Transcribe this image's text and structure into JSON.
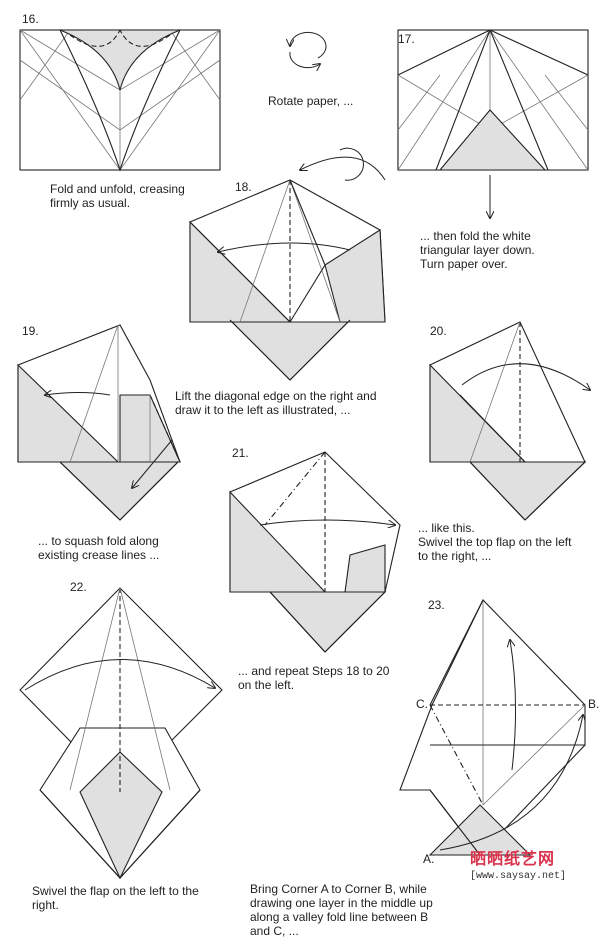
{
  "steps": {
    "s16": "16.",
    "s17": "17.",
    "s18": "18.",
    "s19": "19.",
    "s20": "20.",
    "s21": "21.",
    "s22": "22.",
    "s23": "23."
  },
  "captions": {
    "c16": "Fold and unfold, creasing\nfirmly as usual.",
    "rotate": "Rotate paper, ...",
    "c17": "... then fold the white\ntriangular layer down.\nTurn paper over.",
    "c18": "Lift the diagonal edge on the right and\ndraw it to the left as illustrated, ...",
    "c19": "... to squash fold along\nexisting crease lines ...",
    "c20": "... like this.\nSwivel the top flap on the left\nto the right, ...",
    "c21": "... and repeat Steps 18 to 20\non the left.",
    "c22": "Swivel the flap on the left to the\nright.",
    "c23": "Bring Corner A to Corner B, while\ndrawing one layer in the middle up\nalong a valley fold line between B\nand C, ..."
  },
  "labels": {
    "a": "A.",
    "b": "B.",
    "c": "C."
  },
  "watermark": {
    "brand": "晒晒纸艺网",
    "url": "[www.saysay.net]"
  },
  "colors": {
    "paper_shade": "#e0e0e0",
    "line": "#222222",
    "watermark": "#d9334d"
  }
}
